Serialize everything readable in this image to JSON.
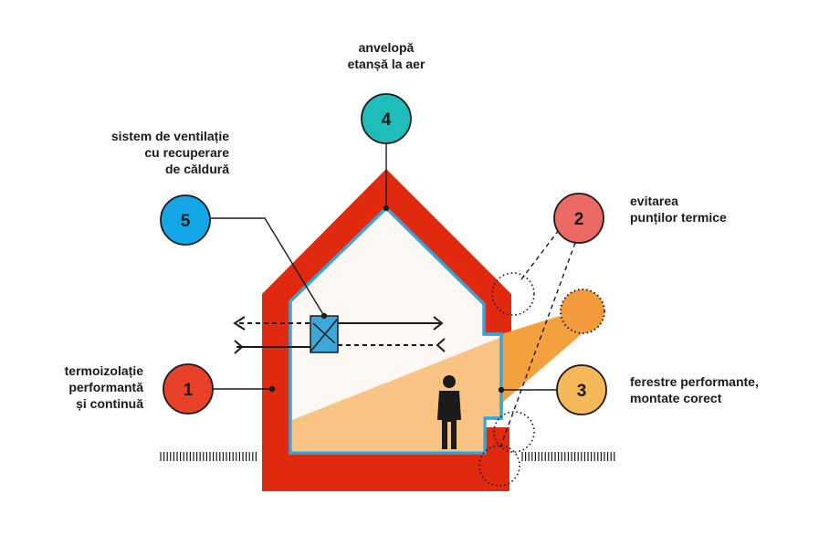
{
  "colors": {
    "wall": "#e02a10",
    "interior": "#fdf8f4",
    "membrane": "#3aa5d4",
    "sunlight": "#f9c384",
    "sunbeam": "#f3a13e",
    "sun": "#f39a3c",
    "vent_unit": "#3aa8d8",
    "person": "#1b1b1b",
    "outline": "#1a1a1a"
  },
  "markers": [
    {
      "id": "1",
      "number": "1",
      "color": "#e8412a"
    },
    {
      "id": "2",
      "number": "2",
      "color": "#ec6a64"
    },
    {
      "id": "3",
      "number": "3",
      "color": "#f4b858"
    },
    {
      "id": "4",
      "number": "4",
      "color": "#1fbcb9"
    },
    {
      "id": "5",
      "number": "5",
      "color": "#13a7e8"
    }
  ],
  "labels": {
    "insulation": [
      "termoizolație",
      "performantă",
      "și continuă"
    ],
    "thermal_bridges": [
      "evitarea",
      "punților termice"
    ],
    "windows": [
      "ferestre performante,",
      "montate corect"
    ],
    "airtight": [
      "anvelopă",
      "etanșă la aer"
    ],
    "ventilation": [
      "sistem de ventilație",
      "cu recuperare",
      "de căldură"
    ]
  },
  "icons": {
    "person": "person-silhouette-icon",
    "sun": "sun-icon",
    "ventilation_unit": "heat-recovery-unit-icon"
  }
}
